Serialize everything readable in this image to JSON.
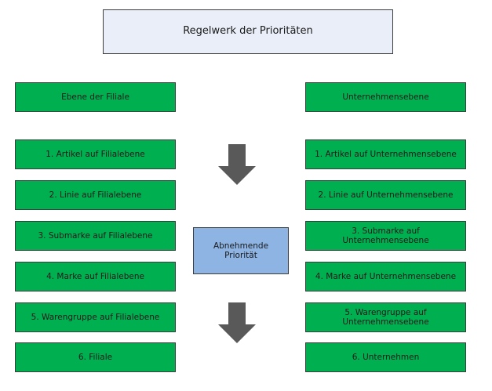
{
  "title": "Regelwerk der Prioritäten",
  "left": {
    "header": "Ebene der Filiale",
    "items": [
      "1. Artikel auf Filialebene",
      "2. Linie auf Filialebene",
      "3. Submarke auf Filialebene",
      "4. Marke auf Filialebene",
      "5. Warengruppe auf Filialebene",
      "6. Filiale"
    ]
  },
  "right": {
    "header": "Unternehmensebene",
    "items": [
      "1. Artikel auf Unternehmensebene",
      "2. Linie auf Unternehmensebene",
      "3. Submarke auf Unternehmensebene",
      "4. Marke auf Unternehmensebene",
      "5. Warengruppe auf Unternehmensebene",
      "6. Unternehmen"
    ]
  },
  "middle": {
    "label": "Abnehmende Priorität"
  },
  "colors": {
    "green": "#00b050",
    "middle_blue": "#8eb4e3",
    "title_bg": "#e9eef8",
    "arrow": "#595959"
  },
  "icons": [
    "down-arrow-icon",
    "down-arrow-icon"
  ]
}
